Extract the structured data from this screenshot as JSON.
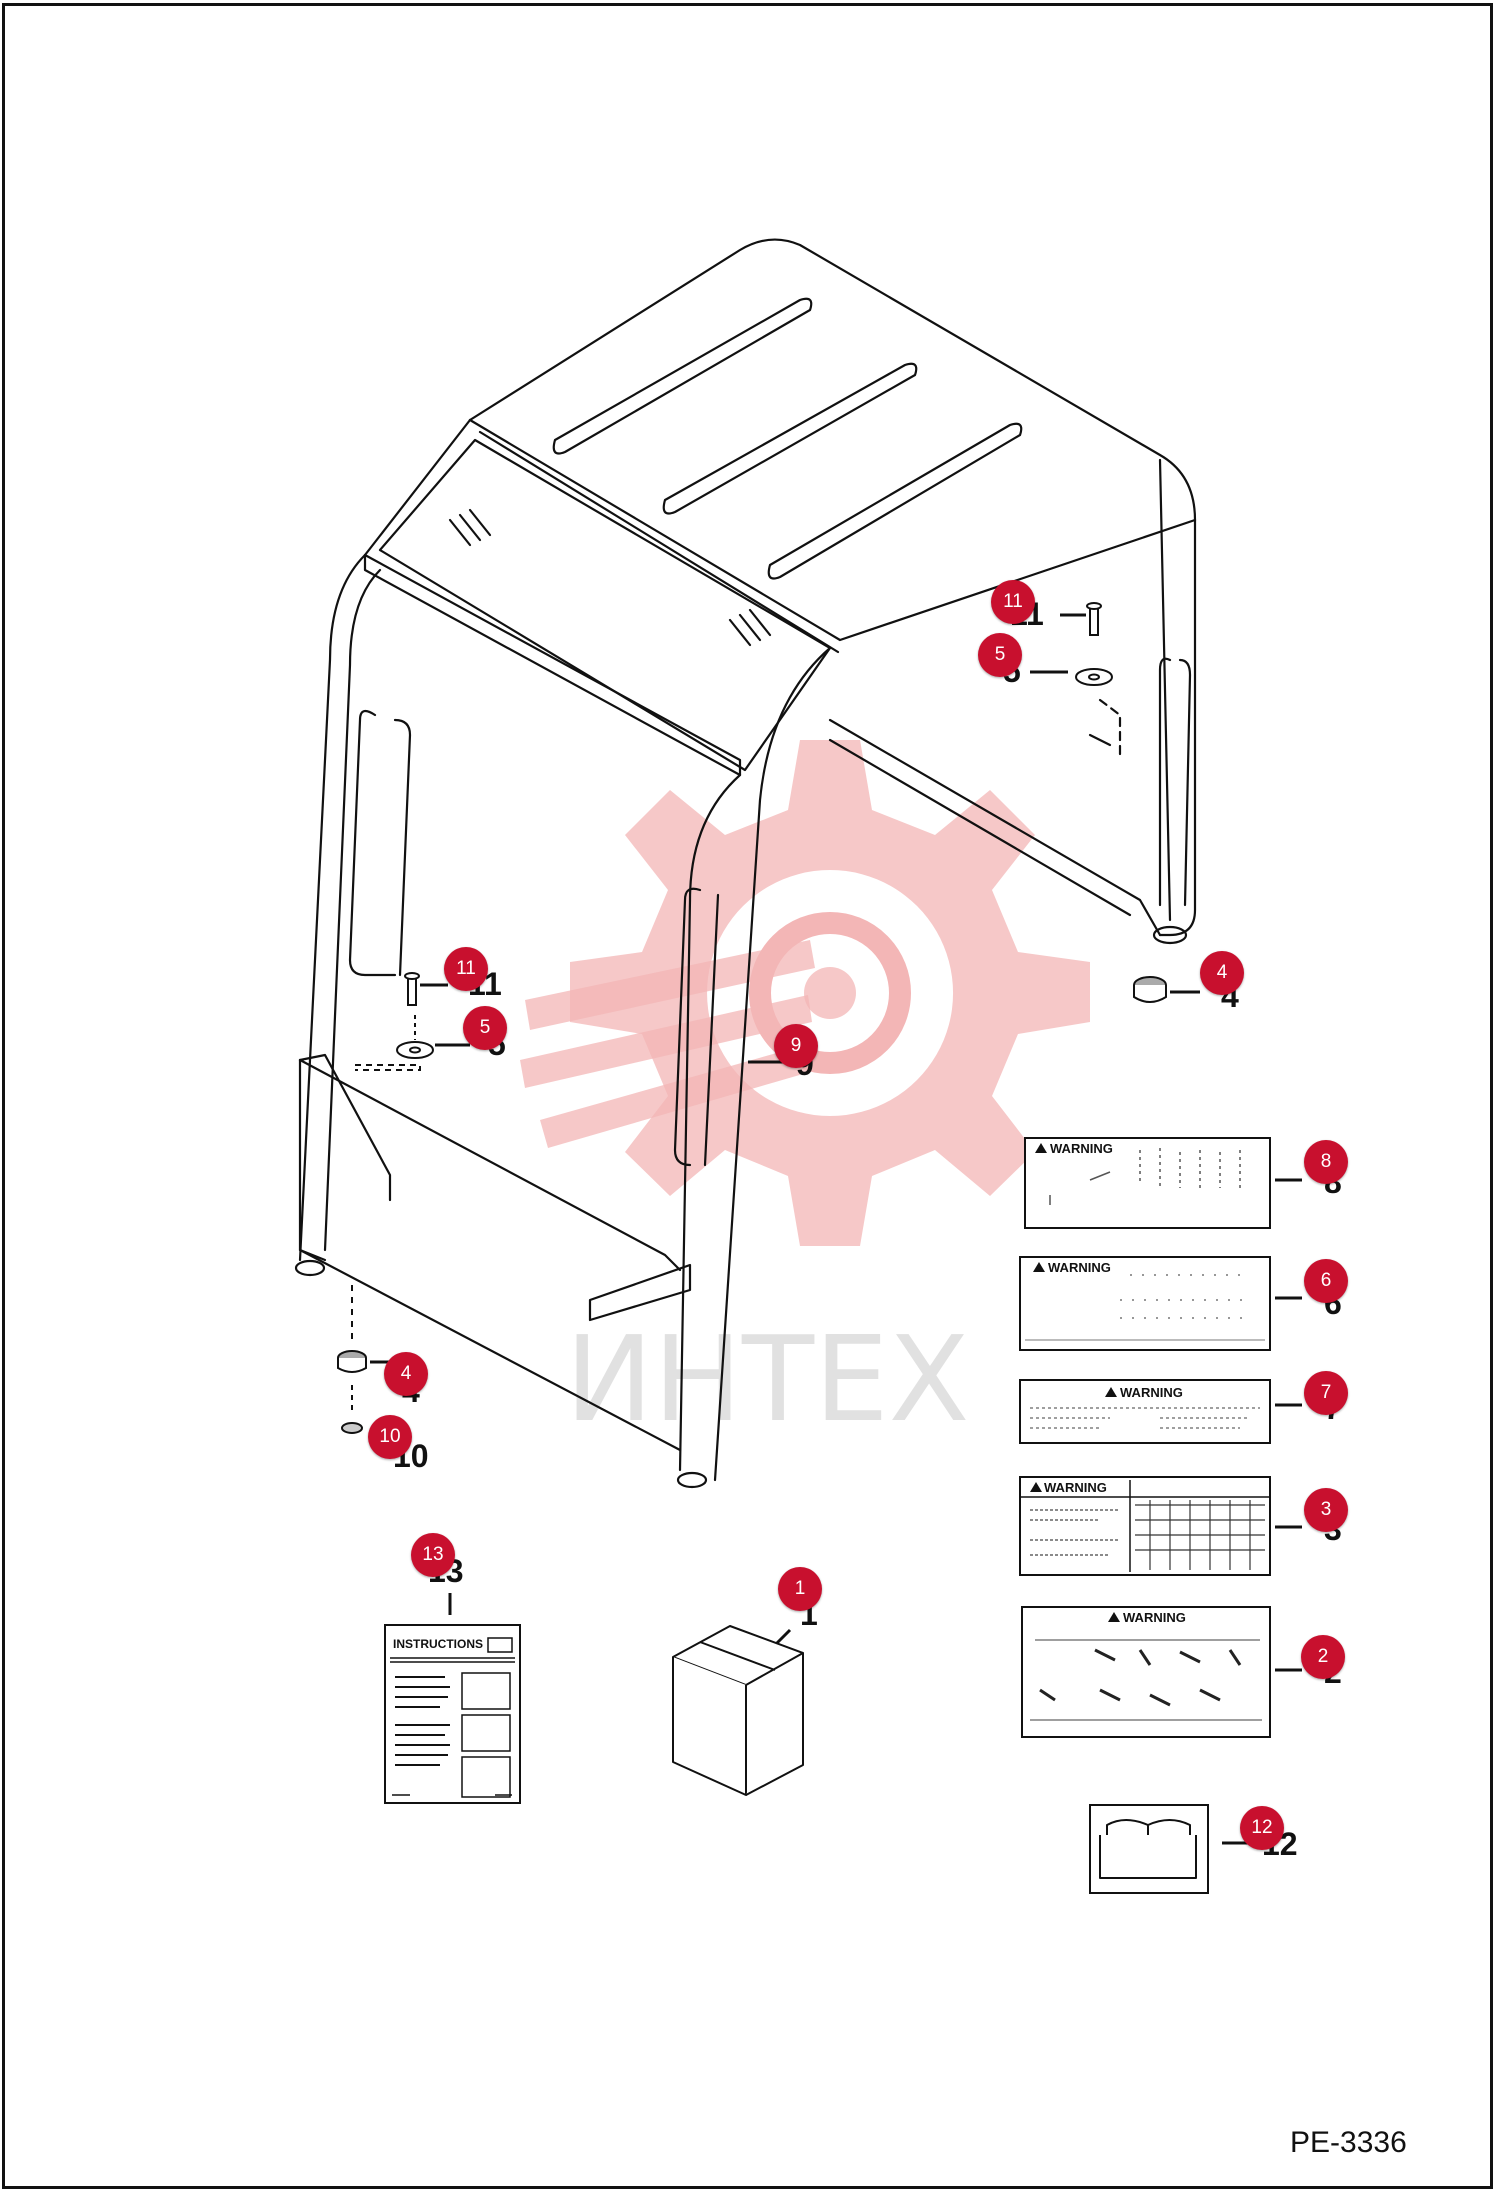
{
  "drawing_code": "PE-3336",
  "watermark_text": "ИНТЕХ",
  "colors": {
    "callout": "#c8102e",
    "watermark": "#f3b6b6",
    "line": "#111111"
  },
  "decals": {
    "warning_label": "WARNING",
    "instructions_label": "INSTRUCTIONS"
  },
  "icons": [
    "red-gear-watermark-icon",
    "open-book-icon",
    "warning-triangle-icon"
  ],
  "callouts": [
    {
      "id": "c11a",
      "label": "11"
    },
    {
      "id": "c5a",
      "label": "5"
    },
    {
      "id": "c4a",
      "label": "4"
    },
    {
      "id": "c11b",
      "label": "11"
    },
    {
      "id": "c5b",
      "label": "5"
    },
    {
      "id": "c9",
      "label": "9"
    },
    {
      "id": "c8",
      "label": "8"
    },
    {
      "id": "c6",
      "label": "6"
    },
    {
      "id": "c4b",
      "label": "4"
    },
    {
      "id": "c10",
      "label": "10"
    },
    {
      "id": "c7",
      "label": "7"
    },
    {
      "id": "c3",
      "label": "3"
    },
    {
      "id": "c13",
      "label": "13"
    },
    {
      "id": "c1",
      "label": "1"
    },
    {
      "id": "c2",
      "label": "2"
    },
    {
      "id": "c12",
      "label": "12"
    }
  ],
  "part_numbers": [
    {
      "id": "p11a",
      "label": "11"
    },
    {
      "id": "p5a",
      "label": "5"
    },
    {
      "id": "p4a",
      "label": "4"
    },
    {
      "id": "p11b",
      "label": "11"
    },
    {
      "id": "p5b",
      "label": "5"
    },
    {
      "id": "p9",
      "label": "9"
    },
    {
      "id": "p8",
      "label": "8"
    },
    {
      "id": "p6",
      "label": "6"
    },
    {
      "id": "p4b",
      "label": "4"
    },
    {
      "id": "p10",
      "label": "10"
    },
    {
      "id": "p7",
      "label": "7"
    },
    {
      "id": "p3",
      "label": "3"
    },
    {
      "id": "p13",
      "label": "13"
    },
    {
      "id": "p1",
      "label": "1"
    },
    {
      "id": "p2",
      "label": "2"
    },
    {
      "id": "p12",
      "label": "12"
    }
  ]
}
